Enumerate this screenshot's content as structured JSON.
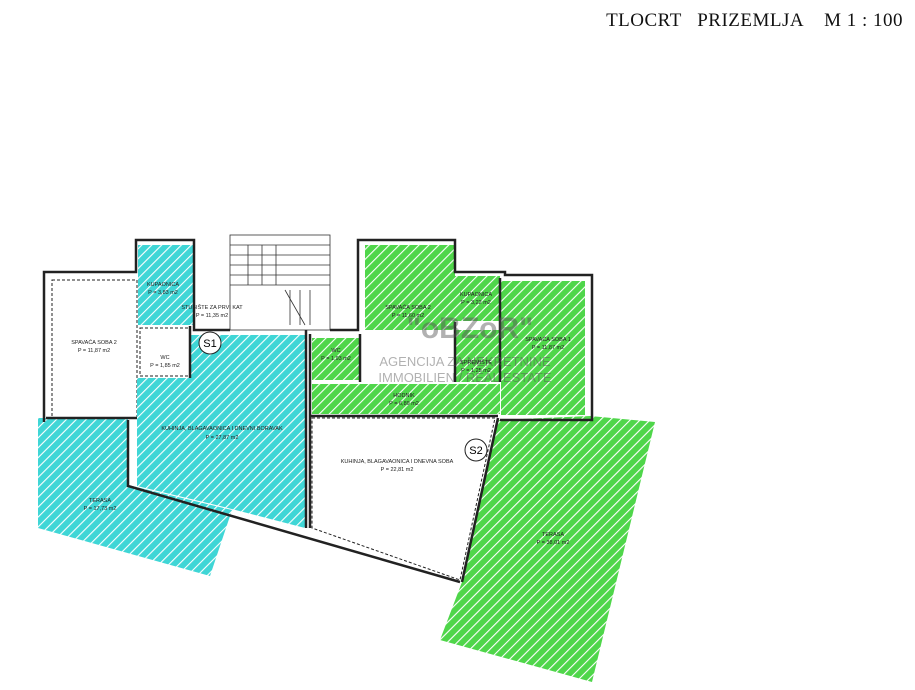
{
  "title": "TLOCRT   PRIZEMLJA    M 1 : 100",
  "colors": {
    "apartment_s1": "#3fd6d6",
    "apartment_s2": "#4fd64a",
    "walls": "#222222"
  },
  "watermark": {
    "logo": "\"oBZoR\"",
    "line1": "AGENCIJA ZA NEKRETNINE",
    "line2": "IMMOBILIEN / REAL ESTATE"
  },
  "stairs": {
    "name": "STUBIŠTE ZA PRVI KAT",
    "area": "P = 11,35 m2"
  },
  "apartment_s1": {
    "label": "S1",
    "rooms": [
      {
        "name": "SPAVAĆA SOBA 2",
        "area": "P = 11,87 m2"
      },
      {
        "name": "KUPAONICA",
        "area": "P = 3,83 m2"
      },
      {
        "name": "WC",
        "area": "P = 1,85 m2"
      },
      {
        "name": "KUHINJA, BLAGAVAONICA I DNEVNI BORAVAK",
        "area": "P = 27,87 m2"
      },
      {
        "name": "TERASA",
        "area": "P = 17,73 m2"
      }
    ]
  },
  "apartment_s2": {
    "label": "S2",
    "rooms": [
      {
        "name": "SPAVAĆA SOBA 2",
        "area": "P = 11,60 m2"
      },
      {
        "name": "KUPAONICA",
        "area": "P = 3,22 m2"
      },
      {
        "name": "SPAVAĆA SOBA 1",
        "area": "P = 11,87 m2"
      },
      {
        "name": "WC",
        "area": "P = 1,93 m2"
      },
      {
        "name": "SPREMIŠTE",
        "area": "P = 1,25 m2"
      },
      {
        "name": "HODNIK",
        "area": "P = 6,89 m2"
      },
      {
        "name": "KUHINJA, BLAGAVAONICA I DNEVNA SOBA",
        "area": "P = 22,81 m2"
      },
      {
        "name": "TERASA",
        "area": "P = 38,01 m2"
      }
    ]
  }
}
